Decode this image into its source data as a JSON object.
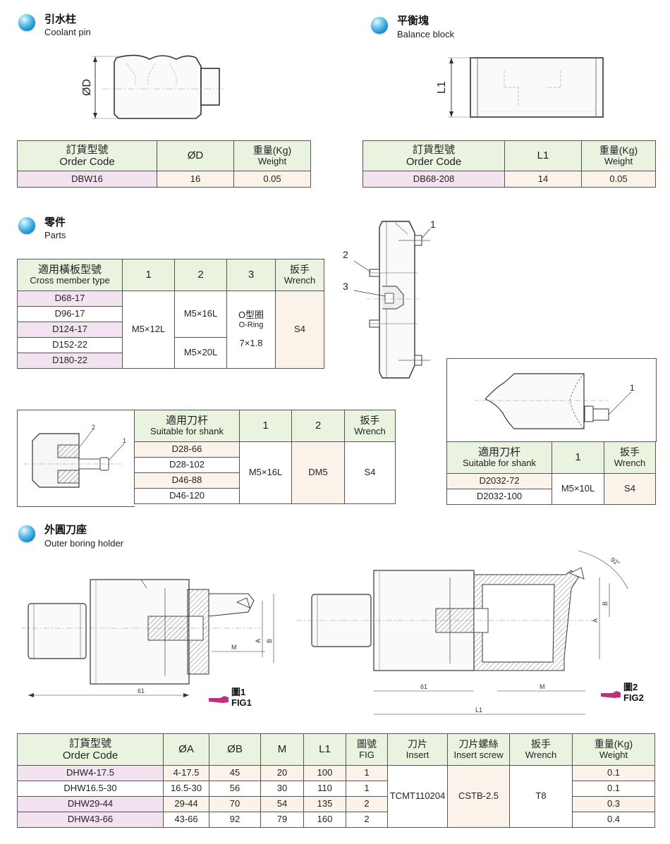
{
  "coolant_pin": {
    "title_zh": "引水柱",
    "title_en": "Coolant pin",
    "dim_label": "ØD",
    "headers": {
      "order_zh": "訂貨型號",
      "order_en": "Order Code",
      "dia": "ØD",
      "weight_zh": "重量(Kg)",
      "weight_en": "Weight"
    },
    "row": {
      "code": "DBW16",
      "dia": "16",
      "weight": "0.05"
    }
  },
  "balance_block": {
    "title_zh": "平衡塊",
    "title_en": "Balance block",
    "dim_label": "L1",
    "headers": {
      "order_zh": "訂貨型號",
      "order_en": "Order Code",
      "l1": "L1",
      "weight_zh": "重量(Kg)",
      "weight_en": "Weight"
    },
    "row": {
      "code": "DB68-208",
      "l1": "14",
      "weight": "0.05"
    }
  },
  "parts": {
    "title_zh": "零件",
    "title_en": "Parts",
    "cross": {
      "headers": {
        "type_zh": "適用橫板型號",
        "type_en": "Cross member type",
        "c1": "1",
        "c2": "2",
        "c3": "3",
        "wrench_zh": "扳手",
        "wrench_en": "Wrench"
      },
      "types": [
        "D68-17",
        "D96-17",
        "D124-17",
        "D152-22",
        "D180-22"
      ],
      "screw1": "M5×12L",
      "screw2a": "M5×16L",
      "screw2b": "M5×20L",
      "oring_zh": "O型圈",
      "oring_en": "O-Ring",
      "oring_size": "7×1.8",
      "wrench": "S4"
    },
    "shank": {
      "headers": {
        "zh": "適用刀杆",
        "en": "Suitable for shank",
        "c1": "1",
        "c2": "2",
        "wrench_zh": "扳手",
        "wrench_en": "Wrench"
      },
      "items": [
        "D28-66",
        "D28-102",
        "D46-88",
        "D46-120"
      ],
      "screw1": "M5×16L",
      "screw2": "DM5",
      "wrench": "S4",
      "callout_1": "1",
      "callout_2": "2"
    },
    "shank2": {
      "headers": {
        "zh": "適用刀杆",
        "en": "Suitable for shank",
        "c1": "1",
        "wrench_zh": "扳手",
        "wrench_en": "Wrench"
      },
      "items": [
        "D2032-72",
        "D2032-100"
      ],
      "screw1": "M5×10L",
      "wrench": "S4",
      "callout_1": "1"
    },
    "drawing_callouts": [
      "1",
      "2",
      "3"
    ]
  },
  "outer_boring": {
    "title_zh": "外圓刀座",
    "title_en": "Outer boring holder",
    "fig1_zh": "圖1",
    "fig1_en": "FIG1",
    "fig2_zh": "圖2",
    "fig2_en": "FIG2",
    "fig1_dims": {
      "len": "61",
      "m": "M",
      "a": "A",
      "b": "B"
    },
    "fig2_dims": {
      "len": "61",
      "m": "M",
      "l1": "L1",
      "a": "A",
      "b": "B",
      "angle": "92°"
    },
    "headers": {
      "order_zh": "訂貨型號",
      "order_en": "Order Code",
      "a": "ØA",
      "b": "ØB",
      "m": "M",
      "l1": "L1",
      "fig_zh": "圖號",
      "fig_en": "FIG",
      "insert_zh": "刀片",
      "insert_en": "Insert",
      "screw_zh": "刀片螺絲",
      "screw_en": "Insert screw",
      "wrench_zh": "扳手",
      "wrench_en": "Wrench",
      "weight_zh": "重量(Kg)",
      "weight_en": "Weight"
    },
    "rows": [
      {
        "code": "DHW4-17.5",
        "a": "4-17.5",
        "b": "45",
        "m": "20",
        "l1": "100",
        "fig": "1",
        "weight": "0.1"
      },
      {
        "code": "DHW16.5-30",
        "a": "16.5-30",
        "b": "56",
        "m": "30",
        "l1": "110",
        "fig": "1",
        "weight": "0.1"
      },
      {
        "code": "DHW29-44",
        "a": "29-44",
        "b": "70",
        "m": "54",
        "l1": "135",
        "fig": "2",
        "weight": "0.3"
      },
      {
        "code": "DHW43-66",
        "a": "43-66",
        "b": "92",
        "m": "79",
        "l1": "160",
        "fig": "2",
        "weight": "0.4"
      }
    ],
    "insert": "TCMT110204",
    "insert_screw": "CSTB-2.5",
    "wrench": "T8"
  },
  "colors": {
    "header_bg": "#e9f3e0",
    "code_bg": "#f3e3f0",
    "cream_bg": "#fbf3e9",
    "bullet": "#1a8fd0",
    "hand": "#c0307a"
  }
}
